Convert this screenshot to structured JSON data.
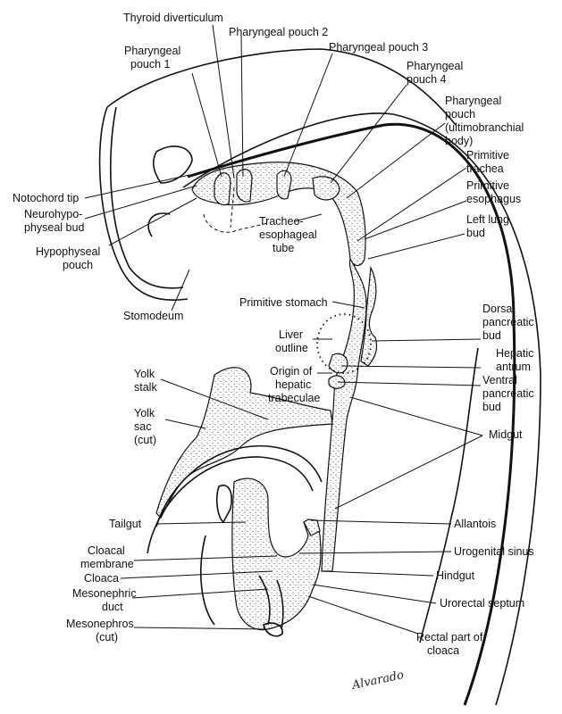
{
  "labels": {
    "thyroid_diverticulum": "Thyroid diverticulum",
    "pharyngeal_pouch_2": "Pharyngeal pouch 2",
    "pharyngeal_pouch_3": "Pharyngeal pouch 3",
    "pharyngeal_pouch_1": [
      "Pharyngeal",
      "pouch 1"
    ],
    "pharyngeal_pouch_4": [
      "Pharyngeal",
      "pouch 4"
    ],
    "ultimobranchial": [
      "Pharyngeal",
      "pouch",
      "(ultimobranchial",
      "body)"
    ],
    "primitive_trachea": [
      "Primitive",
      "trachea"
    ],
    "primitive_esophagus": [
      "Primitive",
      "esophagus"
    ],
    "left_lung_bud": [
      "Left lung",
      "bud"
    ],
    "notochord_tip": "Notochord tip",
    "neurohypophyseal_bud": [
      "Neurohypo-",
      "physeal bud"
    ],
    "hypophyseal_pouch": [
      "Hypophyseal",
      "pouch"
    ],
    "tracheoesophageal_tube": [
      "Tracheo-",
      "esophageal",
      "tube"
    ],
    "stomodeum": "Stomodeum",
    "primitive_stomach": "Primitive stomach",
    "dorsal_pancreatic_bud": [
      "Dorsal",
      "pancreatic",
      "bud"
    ],
    "liver_outline": [
      "Liver",
      "outline"
    ],
    "hepatic_antrum": [
      "Hepatic",
      "antrum"
    ],
    "hepatic_trabeculae": [
      "Origin of",
      "hepatic",
      "trabeculae"
    ],
    "ventral_pancreatic_bud": [
      "Ventral",
      "pancreatic",
      "bud"
    ],
    "yolk_stalk": [
      "Yolk",
      "stalk"
    ],
    "yolk_sac": [
      "Yolk",
      "sac",
      "(cut)"
    ],
    "midgut": "Midgut",
    "tailgut": "Tailgut",
    "allantois": "Allantois",
    "cloacal_membrane": [
      "Cloacal",
      "membrane"
    ],
    "urogenital_sinus": "Urogenital sinus",
    "cloaca": "Cloaca",
    "hindgut": "Hindgut",
    "mesonephric_duct": [
      "Mesonephric",
      "duct"
    ],
    "urorectal_septum": "Urorectal septum",
    "mesonephros": [
      "Mesonephros",
      "(cut)"
    ],
    "rectal_part": [
      "Rectal part of",
      "cloaca"
    ]
  },
  "signature": "Alvarado"
}
